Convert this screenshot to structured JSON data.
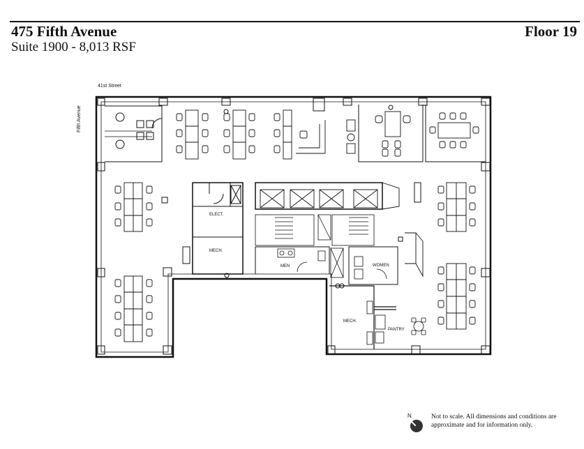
{
  "header": {
    "title": "475 Fifth Avenue",
    "subtitle": "Suite 1900 - 8,013 RSF",
    "floor": "Floor 19"
  },
  "plan": {
    "street_label": "41st Street",
    "avenue_label": "Fifth Avenue",
    "rooms": {
      "elect": "ELECT.",
      "mech_upper": "MECH.",
      "men": "MEN",
      "women": "WOMEN",
      "mech_lower": "MECH.",
      "pantry": "PANTRY"
    }
  },
  "compass": {
    "label": "N"
  },
  "disclaimer": "Not to scale. All dimensions and conditions are approximate and for information only."
}
